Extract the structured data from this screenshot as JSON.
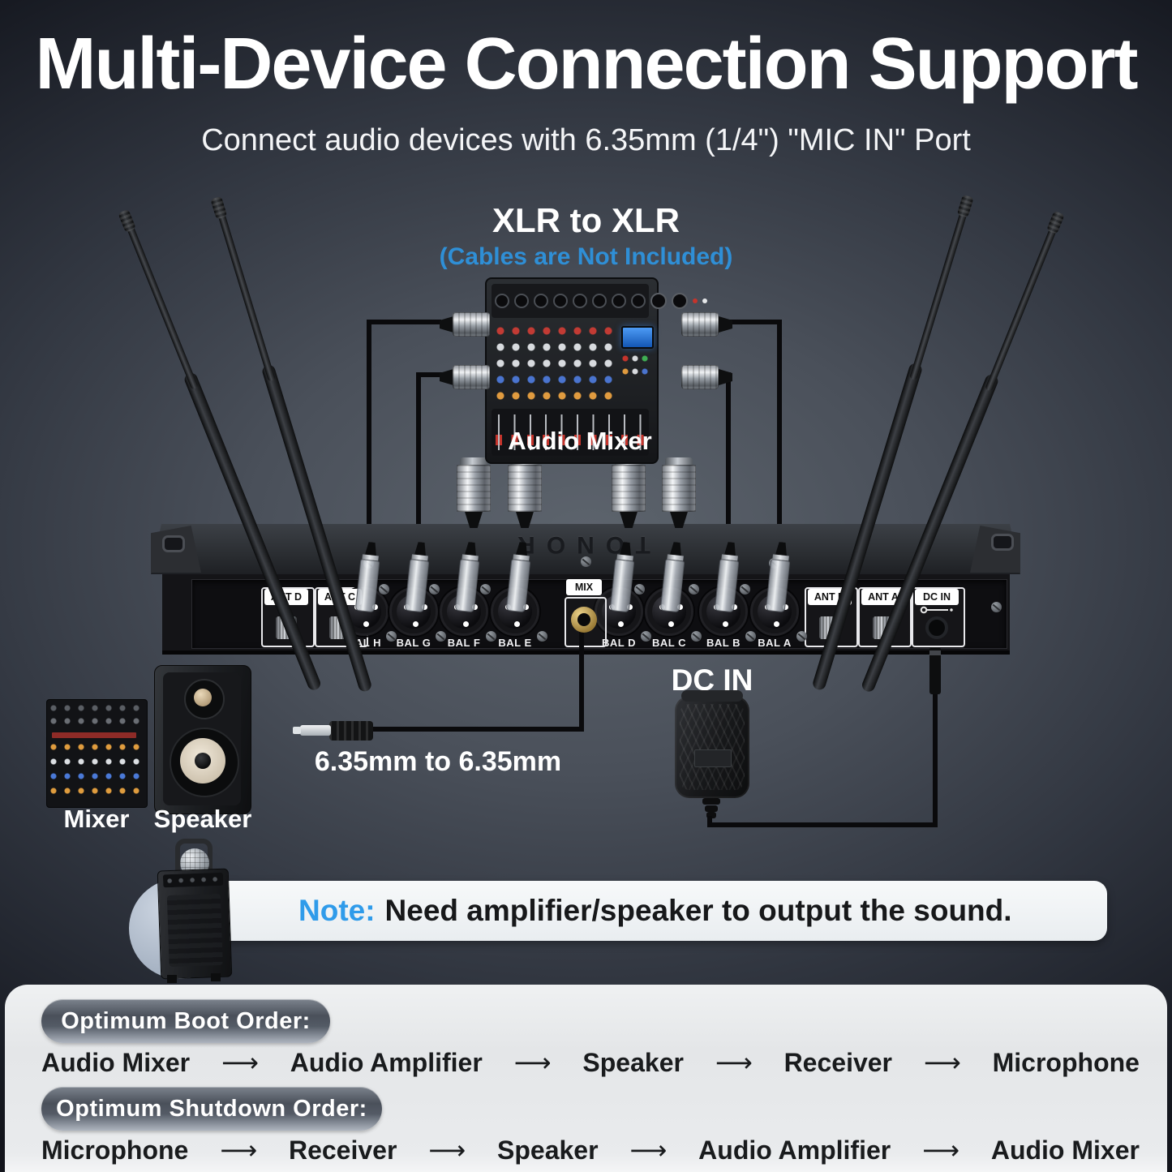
{
  "header": {
    "title": "Multi-Device Connection Support",
    "subtitle": "Connect audio devices with 6.35mm (1/4\") \"MIC IN\" Port"
  },
  "xlr_section": {
    "heading": "XLR to XLR",
    "cables_note": "(Cables are Not Included)",
    "mixer_label": "Audio Mixer"
  },
  "receiver": {
    "brand": "TONOR",
    "ant_left": [
      "ANT D",
      "ANT C"
    ],
    "bal_ports": [
      "BAL H",
      "BAL G",
      "BAL F",
      "BAL E",
      "BAL D",
      "BAL C",
      "BAL B",
      "BAL A"
    ],
    "mix_port": "MIX",
    "ant_right": [
      "ANT B",
      "ANT A"
    ],
    "dc_port": "DC IN"
  },
  "connections": {
    "cable_635_label": "6.35mm to 6.35mm",
    "dc_in_label": "DC IN",
    "mixer_label": "Mixer",
    "speaker_label": "Speaker"
  },
  "note": {
    "prefix": "Note:",
    "text": "Need amplifier/speaker to output the sound."
  },
  "boot_order": {
    "heading": "Optimum Boot Order:",
    "items": [
      "Audio Mixer",
      "Audio Amplifier",
      "Speaker",
      "Receiver",
      "Microphone"
    ]
  },
  "shutdown_order": {
    "heading": "Optimum Shutdown Order:",
    "items": [
      "Microphone",
      "Receiver",
      "Speaker",
      "Audio Amplifier",
      "Audio Mixer"
    ]
  },
  "glyphs": {
    "arrow": "⟶"
  },
  "colors": {
    "accent_blue": "#2f8fd6",
    "note_blue": "#2f9bea",
    "background_dark": "#30353f",
    "panel_light": "#e9ebed"
  }
}
